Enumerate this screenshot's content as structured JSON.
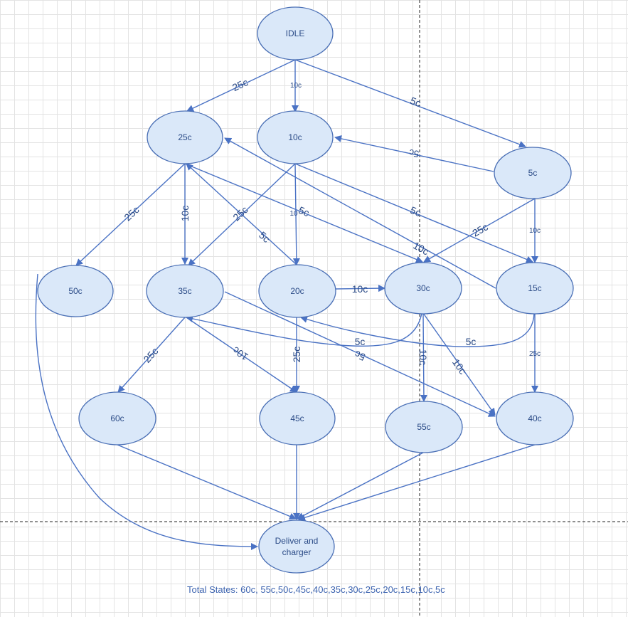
{
  "states": {
    "idle": "IDLE",
    "s25": "25c",
    "s10": "10c",
    "s5": "5c",
    "s50": "50c",
    "s35": "35c",
    "s20": "20c",
    "s30": "30c",
    "s15": "15c",
    "s60": "60c",
    "s45": "45c",
    "s55": "55c",
    "s40": "40c",
    "deliver_line1": "Deliver and",
    "deliver_line2": "charger"
  },
  "transitions": [
    {
      "from": "IDLE",
      "to": "25c",
      "label": "25c"
    },
    {
      "from": "IDLE",
      "to": "10c",
      "label": "10c"
    },
    {
      "from": "IDLE",
      "to": "5c",
      "label": "5c"
    },
    {
      "from": "5c",
      "to": "10c",
      "label": "5c"
    },
    {
      "from": "25c",
      "to": "50c",
      "label": "25c"
    },
    {
      "from": "25c",
      "to": "35c",
      "label": "10c"
    },
    {
      "from": "25c",
      "to": "30c",
      "label": "5c"
    },
    {
      "from": "10c",
      "to": "35c",
      "label": "25c"
    },
    {
      "from": "10c",
      "to": "20c",
      "label": "10"
    },
    {
      "from": "10c",
      "to": "15c",
      "label": "5c"
    },
    {
      "from": "5c",
      "to": "30c",
      "label": "25c"
    },
    {
      "from": "5c",
      "to": "15c",
      "label": "10c"
    },
    {
      "from": "15c",
      "to": "25c",
      "label": "10c"
    },
    {
      "from": "20c",
      "to": "25c",
      "label": "5c"
    },
    {
      "from": "20c",
      "to": "30c",
      "label": "10c"
    },
    {
      "from": "30c",
      "to": "35c",
      "label": "5c"
    },
    {
      "from": "15c",
      "to": "20c",
      "label": "5c"
    },
    {
      "from": "35c",
      "to": "60c",
      "label": "25c"
    },
    {
      "from": "35c",
      "to": "45c",
      "label": "10c"
    },
    {
      "from": "35c",
      "to": "40c",
      "label": "5c"
    },
    {
      "from": "20c",
      "to": "45c",
      "label": "25c"
    },
    {
      "from": "30c",
      "to": "55c",
      "label": "10c"
    },
    {
      "from": "30c",
      "to": "40c",
      "label": "10c"
    },
    {
      "from": "15c",
      "to": "40c",
      "label": "25c"
    },
    {
      "from": "50c",
      "to": "Deliver and charger",
      "label": ""
    },
    {
      "from": "60c",
      "to": "Deliver and charger",
      "label": ""
    },
    {
      "from": "45c",
      "to": "Deliver and charger",
      "label": ""
    },
    {
      "from": "55c",
      "to": "Deliver and charger",
      "label": ""
    },
    {
      "from": "40c",
      "to": "Deliver and charger",
      "label": ""
    }
  ],
  "total_states": "Total States: 60c, 55c,50c,45c,40c,35c,30c,25c,20c,15c,10c,5c",
  "colors": {
    "node_fill": "#dae8f9",
    "node_stroke": "#4a6fb5",
    "edge": "#4a72c4",
    "text": "#2a4a86",
    "caption": "#3d64b0"
  }
}
